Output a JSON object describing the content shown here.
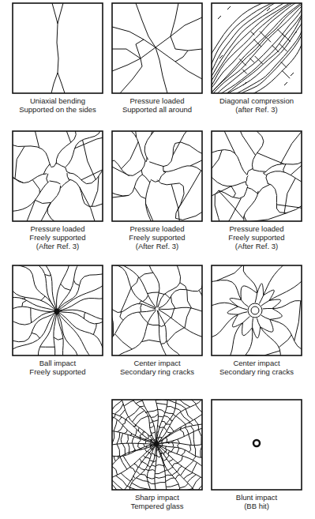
{
  "diagram": {
    "labels": [
      "Uniaxial bending",
      "Supported on the sides",
      "Pressure loaded",
      "Supported all around",
      "Diagonal compression",
      "(after Ref. 3)",
      "Pressure loaded",
      "Freely supported",
      "(After Ref. 3)",
      "Pressure loaded",
      "Freely supported",
      "(After Ref. 3)",
      "Pressure loaded",
      "Freely supported",
      "(After Ref. 3)",
      "Ball impact",
      "Freely supported",
      "Center impact",
      "Secondary ring cracks",
      "Center impact",
      "Secondary ring cracks",
      "Sharp impact",
      "Tempered glass",
      "Blunt impact",
      "(BB hit)"
    ]
  }
}
